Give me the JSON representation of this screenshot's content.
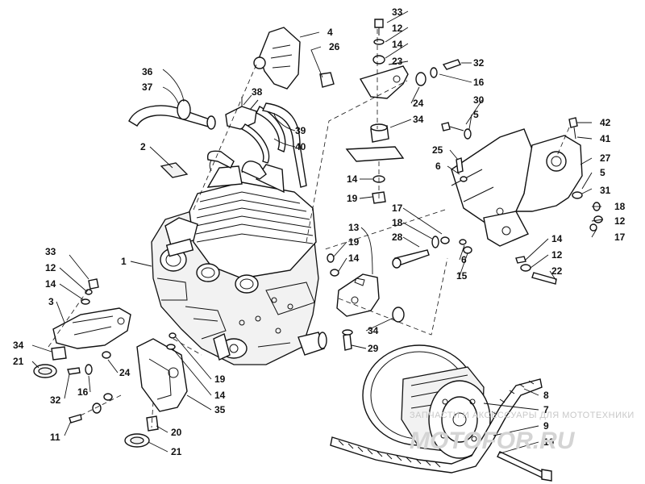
{
  "callouts": {
    "c33_top": "33",
    "c12_top": "12",
    "c14_top": "14",
    "c23": "23",
    "c32_top": "32",
    "c16_top": "16",
    "c24_top": "24",
    "c4": "4",
    "c26": "26",
    "c36": "36",
    "c37": "37",
    "c38": "38",
    "c39": "39",
    "c40": "40",
    "c30": "30",
    "c5_top": "5",
    "c34_top": "34",
    "c42": "42",
    "c41": "41",
    "c2": "2",
    "c25": "25",
    "c6_top": "6",
    "c27": "27",
    "c14_mid": "14",
    "c19_mid": "19",
    "c5_right": "5",
    "c31": "31",
    "c18_right": "18",
    "c12_right": "12",
    "c17_right": "17",
    "c17_mid": "17",
    "c18_mid": "18",
    "c28": "28",
    "c13": "13",
    "c19_left": "19",
    "c14_left": "14",
    "c6_mid": "6",
    "c15": "15",
    "c14_lr": "14",
    "c12_lr": "12",
    "c22": "22",
    "c1": "1",
    "c33_left": "33",
    "c12_left": "12",
    "c14_l2": "14",
    "c3": "3",
    "c34_left": "34",
    "c21_left": "21",
    "c32_left": "32",
    "c16_left": "16",
    "c24_left": "24",
    "c11": "11",
    "c19_bot": "19",
    "c14_bot": "14",
    "c35": "35",
    "c20": "20",
    "c21_bot": "21",
    "c34_bot": "34",
    "c29": "29",
    "c8": "8",
    "c7": "7",
    "c9": "9",
    "c10": "10"
  },
  "watermark": {
    "tagline": "ЗАПЧАСТИ И АКСЕССУАРЫ ДЛЯ МОТОТЕХНИКИ",
    "logo": "MOTOFOR.RU"
  }
}
